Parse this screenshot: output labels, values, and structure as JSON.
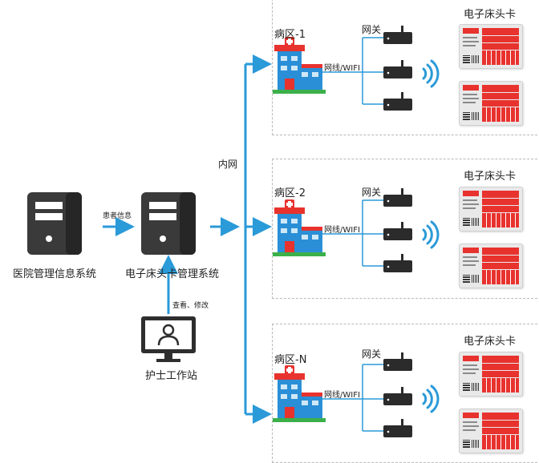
{
  "systems": {
    "his": "医院管理信息系统",
    "ebc": "电子床头卡管理系统",
    "nurse": "护士工作站"
  },
  "edges": {
    "patient_info": "患者信息",
    "view_edit": "查看、修改",
    "intranet": "内网"
  },
  "wards": [
    {
      "name": "病区-1",
      "gateway_label": "网关",
      "link_label": "网线/WIFI",
      "card_title": "电子床头卡"
    },
    {
      "name": "病区-2",
      "gateway_label": "网关",
      "link_label": "网线/WIFI",
      "card_title": "电子床头卡"
    },
    {
      "name": "病区-N",
      "gateway_label": "网关",
      "link_label": "网线/WIFI",
      "card_title": "电子床头卡"
    }
  ],
  "colors": {
    "connector": "#2a9ad8",
    "server": "#3a3a3a",
    "card_accent": "#e8322e",
    "hospital_red": "#e8322e",
    "hospital_blue": "#2a8fd6",
    "grass": "#3bb04a"
  },
  "icons": {
    "server": "server-tower-icon",
    "monitor": "user-monitor-icon",
    "hospital": "hospital-building-icon",
    "gateway": "router-icon",
    "wifi": "wifi-signal-icon",
    "card": "e-ink-bedside-card-icon"
  }
}
